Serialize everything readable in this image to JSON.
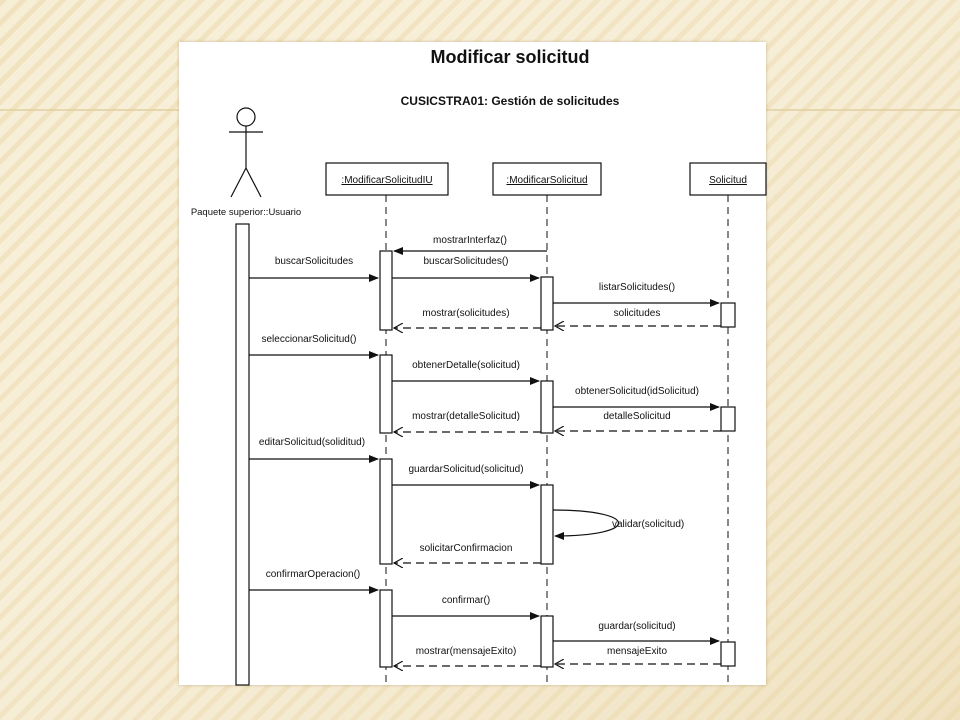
{
  "slide": {
    "title": "Modificar solicitud",
    "subtitle": "CUSICSTRA01: Gestión de solicitudes"
  },
  "actor": {
    "label": "Paquete superior::Usuario"
  },
  "lifelines": [
    {
      "id": "ui",
      "label": ":ModificarSolicitudIU"
    },
    {
      "id": "ctrl",
      "label": ":ModificarSolicitud"
    },
    {
      "id": "ent",
      "label": "Solicitud"
    }
  ],
  "messages": [
    {
      "label": "mostrarInterfaz()",
      "from": "ctrl",
      "to": "ui",
      "type": "call"
    },
    {
      "label": "buscarSolicitudes",
      "from": "actor",
      "to": "ui",
      "type": "call"
    },
    {
      "label": "buscarSolicitudes()",
      "from": "ui",
      "to": "ctrl",
      "type": "call"
    },
    {
      "label": "listarSolicitudes()",
      "from": "ctrl",
      "to": "ent",
      "type": "call"
    },
    {
      "label": "solicitudes",
      "from": "ent",
      "to": "ctrl",
      "type": "return"
    },
    {
      "label": "mostrar(solicitudes)",
      "from": "ctrl",
      "to": "ui",
      "type": "return"
    },
    {
      "label": "seleccionarSolicitud()",
      "from": "actor",
      "to": "ui",
      "type": "call"
    },
    {
      "label": "obtenerDetalle(solicitud)",
      "from": "ui",
      "to": "ctrl",
      "type": "call"
    },
    {
      "label": "obtenerSolicitud(idSolicitud)",
      "from": "ctrl",
      "to": "ent",
      "type": "call"
    },
    {
      "label": "detalleSolicitud",
      "from": "ent",
      "to": "ctrl",
      "type": "return"
    },
    {
      "label": "mostrar(detalleSolicitud)",
      "from": "ctrl",
      "to": "ui",
      "type": "return"
    },
    {
      "label": "editarSolicitud(soliditud)",
      "from": "actor",
      "to": "ui",
      "type": "call"
    },
    {
      "label": "guardarSolicitud(solicitud)",
      "from": "ui",
      "to": "ctrl",
      "type": "call"
    },
    {
      "label": "validar(solicitud)",
      "from": "ctrl",
      "to": "ctrl",
      "type": "self"
    },
    {
      "label": "solicitarConfirmacion",
      "from": "ctrl",
      "to": "ui",
      "type": "return"
    },
    {
      "label": "confirmarOperacion()",
      "from": "actor",
      "to": "ui",
      "type": "call"
    },
    {
      "label": "confirmar()",
      "from": "ui",
      "to": "ctrl",
      "type": "call"
    },
    {
      "label": "guardar(solicitud)",
      "from": "ctrl",
      "to": "ent",
      "type": "call"
    },
    {
      "label": "mensajeExito",
      "from": "ent",
      "to": "ctrl",
      "type": "return"
    },
    {
      "label": "mostrar(mensajeExito)",
      "from": "ctrl",
      "to": "ui",
      "type": "return"
    }
  ],
  "colors": {
    "background": "#f6ecd2",
    "stripes": "#f1e2bd",
    "line": "#111111"
  }
}
